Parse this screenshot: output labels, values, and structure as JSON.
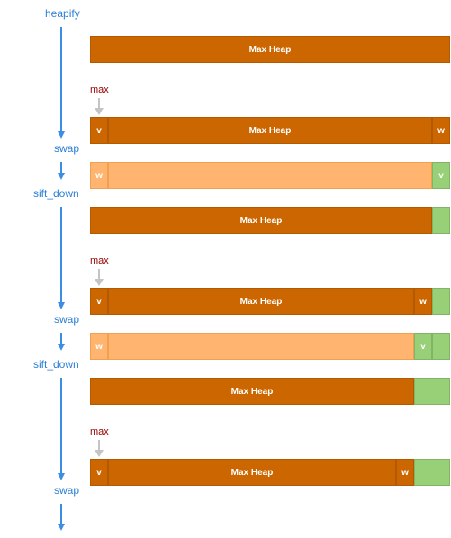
{
  "steps": {
    "heapify": "heapify",
    "swap": "swap",
    "sift_down": "sift_down"
  },
  "max_label": "max",
  "heap_label": "Max Heap",
  "v_label": "v",
  "w_label": "w",
  "colors": {
    "heap": "#cc6600",
    "heap_light": "#ffb570",
    "sorted": "#97d077",
    "flow": "#3a8ee6",
    "max_text": "#990000"
  }
}
